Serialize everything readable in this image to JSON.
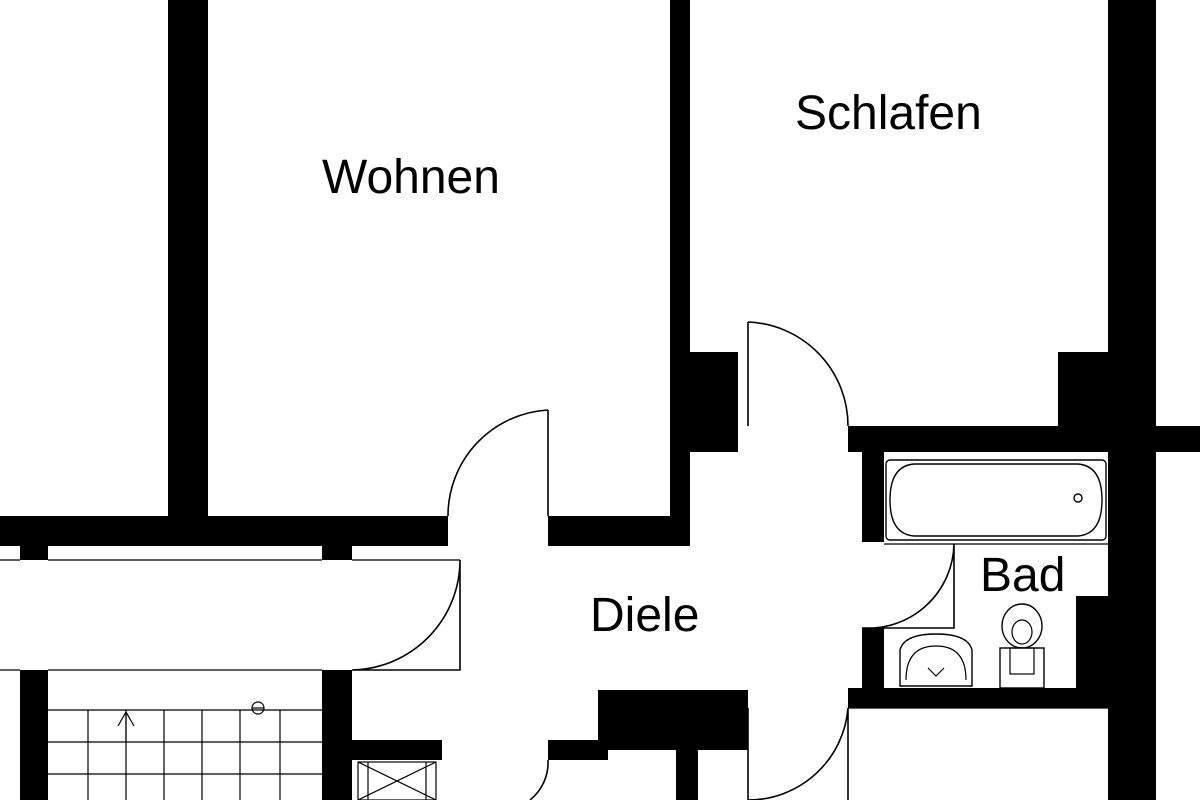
{
  "colors": {
    "wall": "#000000",
    "floor": "#ffffff"
  },
  "rooms": {
    "wohnen": "Wohnen",
    "schlafen": "Schlafen",
    "diele": "Diele",
    "bad": "Bad"
  }
}
